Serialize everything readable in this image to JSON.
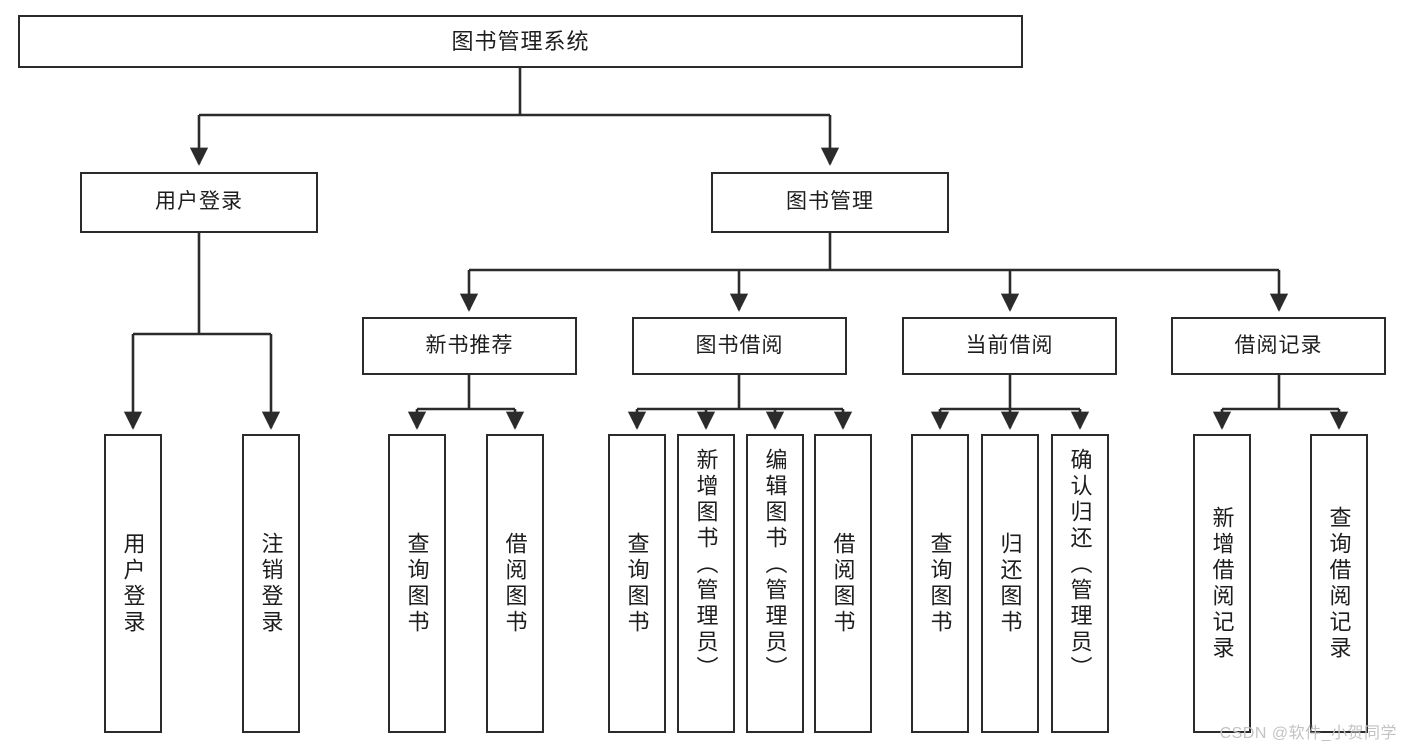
{
  "diagram": {
    "type": "tree",
    "title": "图书管理系统",
    "watermark": "CSDN @软件_小贺同学",
    "colors": {
      "box_border": "#2b2b2b",
      "box_fill": "#ffffff",
      "connector": "#2b2b2b",
      "text": "#1d1d1d",
      "watermark": "#c3c3c3"
    },
    "nodes": {
      "root": {
        "label": "图书管理系统"
      },
      "level1": [
        {
          "id": "user-login",
          "label": "用户登录"
        },
        {
          "id": "book-manage",
          "label": "图书管理"
        }
      ],
      "level2": [
        {
          "id": "new-book-recommend",
          "label": "新书推荐",
          "parent": "book-manage"
        },
        {
          "id": "book-borrow",
          "label": "图书借阅",
          "parent": "book-manage"
        },
        {
          "id": "current-borrow",
          "label": "当前借阅",
          "parent": "book-manage"
        },
        {
          "id": "borrow-record",
          "label": "借阅记录",
          "parent": "book-manage"
        }
      ],
      "leaves": [
        {
          "id": "leaf-user-login",
          "label": "用户登录",
          "parent": "user-login"
        },
        {
          "id": "leaf-logout-login",
          "label": "注销登录",
          "parent": "user-login"
        },
        {
          "id": "leaf-query-book-1",
          "label": "查询图书",
          "parent": "new-book-recommend"
        },
        {
          "id": "leaf-borrow-book-1",
          "label": "借阅图书",
          "parent": "new-book-recommend"
        },
        {
          "id": "leaf-query-book-2",
          "label": "查询图书",
          "parent": "book-borrow"
        },
        {
          "id": "leaf-add-book",
          "label": "新增图书（管理员）",
          "parent": "book-borrow"
        },
        {
          "id": "leaf-edit-book",
          "label": "编辑图书（管理员）",
          "parent": "book-borrow"
        },
        {
          "id": "leaf-borrow-book-2",
          "label": "借阅图书",
          "parent": "book-borrow"
        },
        {
          "id": "leaf-query-book-3",
          "label": "查询图书",
          "parent": "current-borrow"
        },
        {
          "id": "leaf-return-book",
          "label": "归还图书",
          "parent": "current-borrow"
        },
        {
          "id": "leaf-confirm-return",
          "label": "确认归还（管理员）",
          "parent": "current-borrow"
        },
        {
          "id": "leaf-add-record",
          "label": "新增借阅记录",
          "parent": "borrow-record"
        },
        {
          "id": "leaf-query-record",
          "label": "查询借阅记录",
          "parent": "borrow-record"
        }
      ]
    }
  }
}
